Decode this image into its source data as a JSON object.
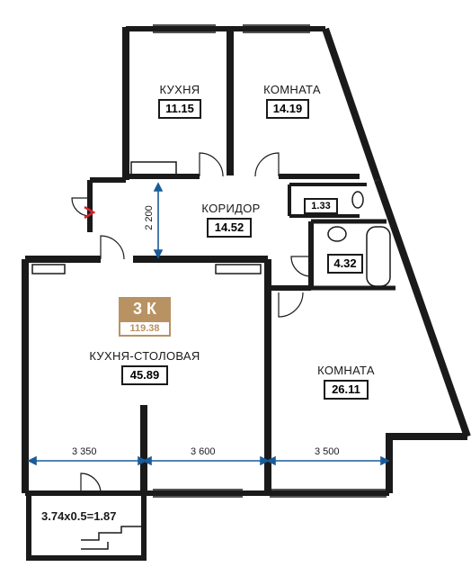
{
  "plan": {
    "type_badge": "3 К",
    "total_area": "119.38",
    "colors": {
      "wall": "#1a1a1a",
      "badge": "#b99263",
      "dimension": "#1a5c99",
      "entrance": "#d6232a"
    },
    "rooms": {
      "kitchen": {
        "name": "КУХНЯ",
        "area": "11.15"
      },
      "room_small": {
        "name": "КОМНАТА",
        "area": "14.19"
      },
      "corridor": {
        "name": "КОРИДОР",
        "area": "14.52"
      },
      "wc": {
        "area": "1.33"
      },
      "bathroom": {
        "area": "4.32"
      },
      "kitchen_dining": {
        "name": "КУХНЯ-СТОЛОВАЯ",
        "area": "45.89"
      },
      "room_large": {
        "name": "КОМНАТА",
        "area": "26.11"
      },
      "balcony": {
        "label": "3.74x0.5=1.87"
      }
    },
    "dimensions": {
      "corridor_width": "2 200",
      "width_1": "3 350",
      "width_2": "3 600",
      "width_3": "3 500"
    },
    "entrance_icon": "entrance-arrow-icon"
  }
}
